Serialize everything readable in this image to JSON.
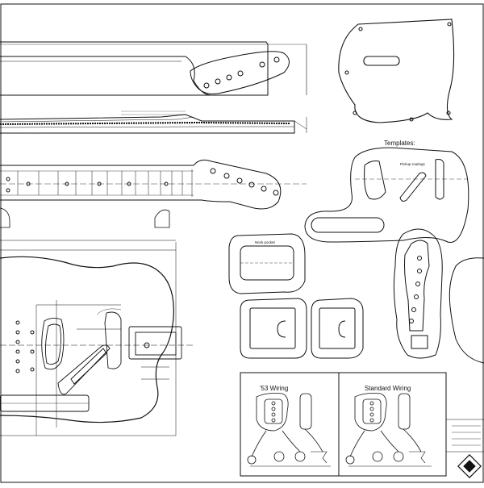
{
  "labels": {
    "templates": "Templates:",
    "pickup_routings": "Pickup routings",
    "neck_pocket": "Neck pocket",
    "wiring_53": "'53 Wiring",
    "wiring_standard": "Standard Wiring"
  },
  "colors": {
    "line": "#111111",
    "paper": "#ffffff",
    "centerline": "#555555"
  },
  "icons": [
    "tuner-peg-hole-icon",
    "fret-dot-icon",
    "switch-knob-icon",
    "logo-emblem-icon"
  ]
}
